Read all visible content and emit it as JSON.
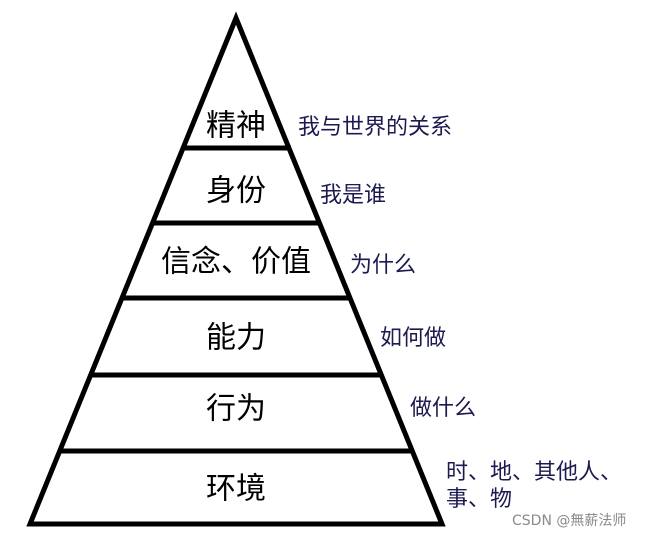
{
  "levels": [
    {
      "name": "精神",
      "desc_lines": [
        "我与世界的关系"
      ]
    },
    {
      "name": "身份",
      "desc_lines": [
        "我是谁"
      ]
    },
    {
      "name": "信念、价值",
      "desc_lines": [
        "为什么"
      ]
    },
    {
      "name": "能力",
      "desc_lines": [
        "如何做"
      ]
    },
    {
      "name": "行为",
      "desc_lines": [
        "做什么"
      ]
    },
    {
      "name": "环境",
      "desc_lines": [
        "时、地、其他人、",
        "事、物"
      ]
    }
  ],
  "watermark": "CSDN @無薪法师"
}
